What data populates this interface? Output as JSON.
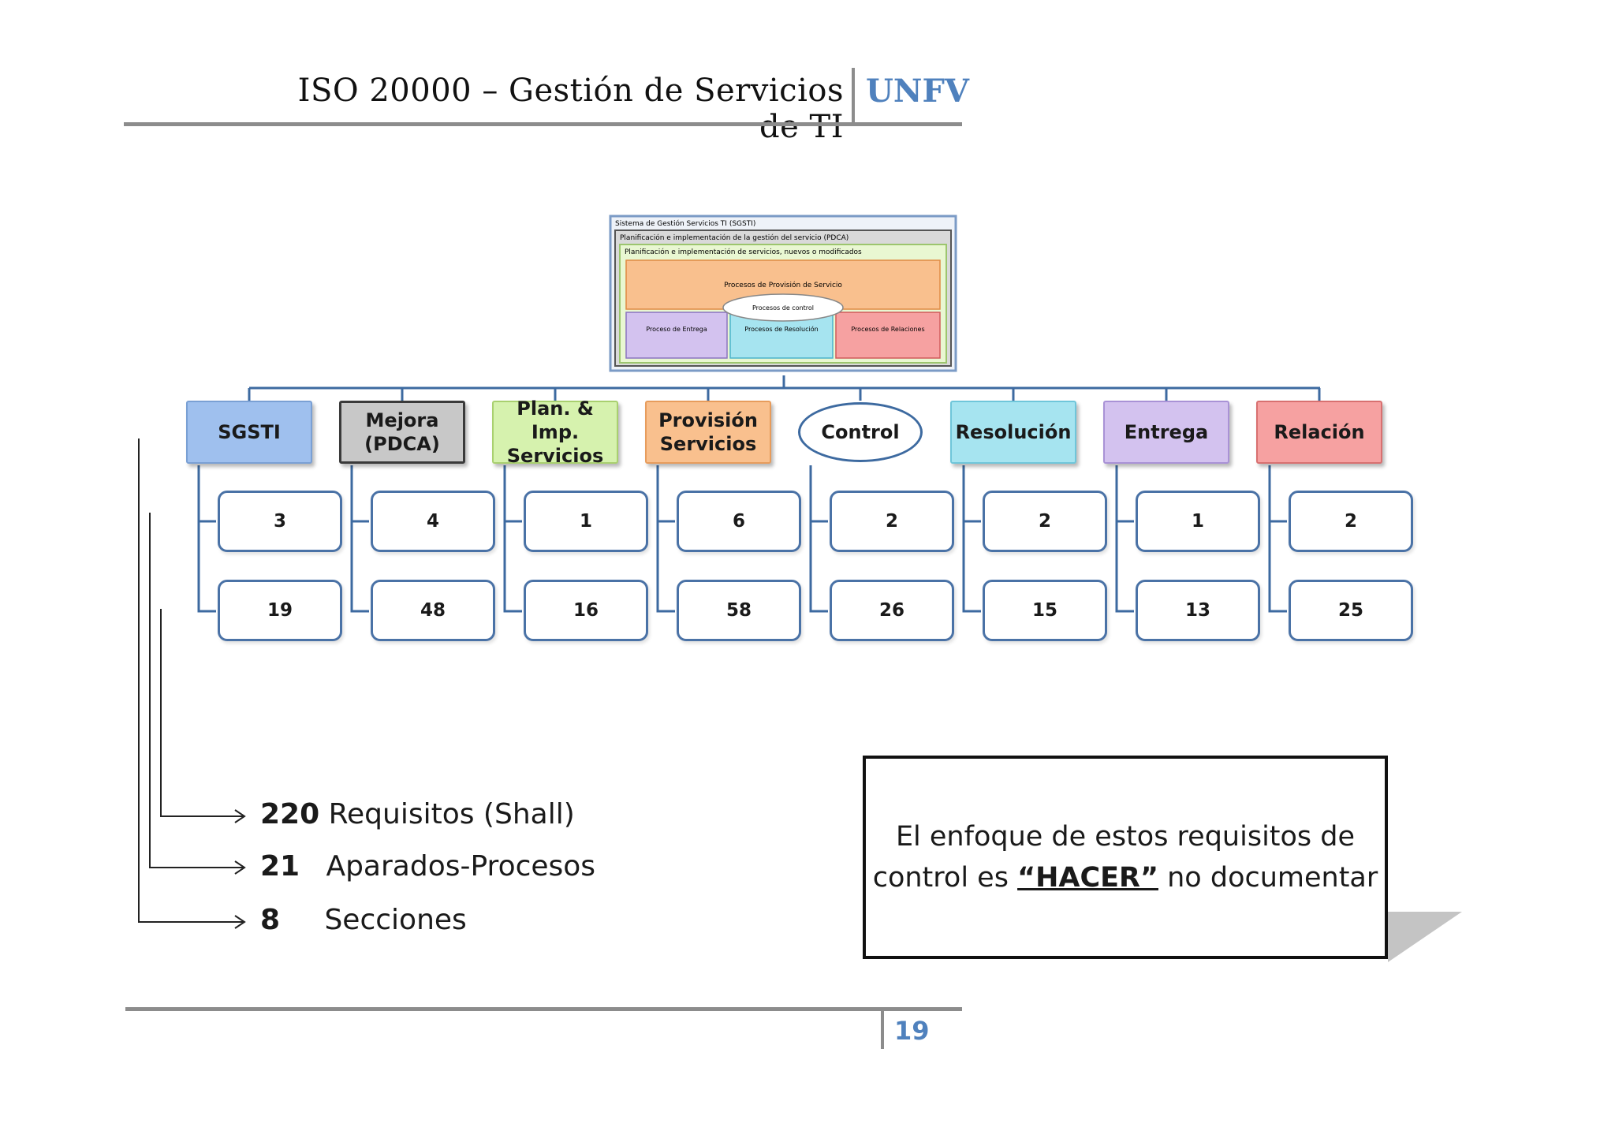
{
  "header": {
    "title": "ISO 20000 – Gestión de Servicios de TI",
    "org": "UNFV"
  },
  "thumbnail": {
    "outer_label": "Sistema de Gestión Servicios TI (SGSTI)",
    "pdca_label": "Planificación e implementación de la gestión del servicio (PDCA)",
    "plan_label": "Planificación e implementación de servicios, nuevos o modificados",
    "provision_label": "Procesos de Provisión de Servicio",
    "control_label": "Procesos de control",
    "entrega_label": "Proceso de Entrega",
    "resolucion_label": "Procesos de Resolución",
    "relaciones_label": "Procesos de Relaciones"
  },
  "categories": [
    {
      "label": "SGSTI",
      "count_a": "3",
      "count_b": "19",
      "color": "#9fc0ee"
    },
    {
      "label": "Mejora\n(PDCA)",
      "count_a": "4",
      "count_b": "48",
      "color": "#c8c8c8"
    },
    {
      "label": "Plan. & Imp.\nServicios",
      "count_a": "1",
      "count_b": "16",
      "color": "#d6f2ae"
    },
    {
      "label": "Provisión\nServicios",
      "count_a": "6",
      "count_b": "58",
      "color": "#f9c08e"
    },
    {
      "label": "Control",
      "count_a": "2",
      "count_b": "26",
      "color": "#ffffff"
    },
    {
      "label": "Resolución",
      "count_a": "2",
      "count_b": "15",
      "color": "#a6e4f0"
    },
    {
      "label": "Entrega",
      "count_a": "1",
      "count_b": "13",
      "color": "#d3c2ef"
    },
    {
      "label": "Relación",
      "count_a": "2",
      "count_b": "25",
      "color": "#f6a1a1"
    }
  ],
  "summary": [
    {
      "number": "220",
      "text": "Requisitos (Shall)"
    },
    {
      "number": "21",
      "text": "Aparados-Procesos"
    },
    {
      "number": "8",
      "text": "Secciones"
    }
  ],
  "note": {
    "line1": "El enfoque de estos requisitos de",
    "line2_prefix": "control es ",
    "line2_emphasis": "“HACER”",
    "line2_suffix": " no documentar"
  },
  "footer": {
    "page_number": "19"
  },
  "colors": {
    "accent": "#4f81bd",
    "connector": "#3d6aa0",
    "rule": "#8c8c8c"
  }
}
